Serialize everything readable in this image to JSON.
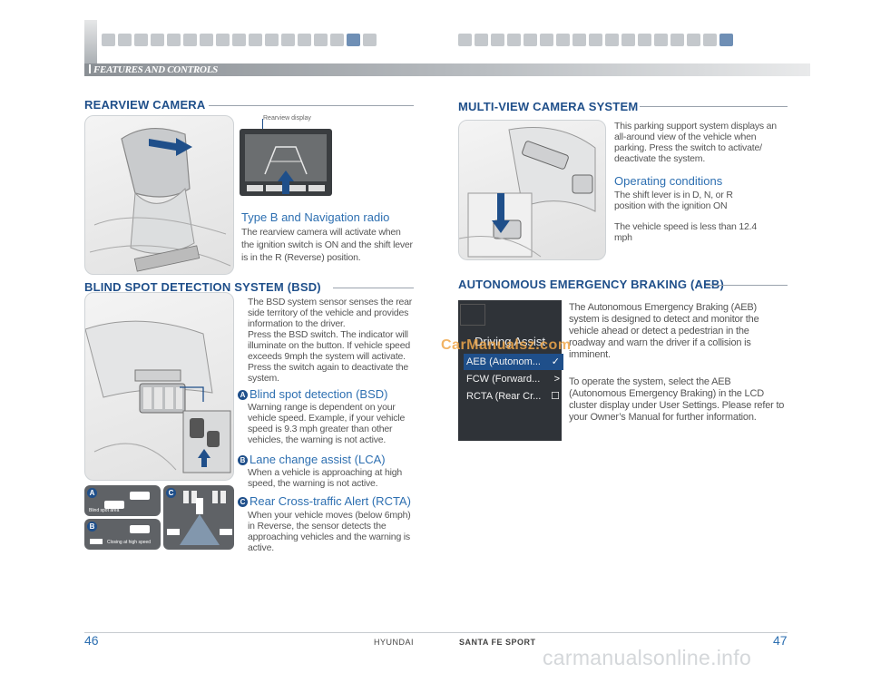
{
  "header": {
    "section_title": "FEATURES AND CONTROLS",
    "left_icons": [
      "seat-icon",
      "seatbelt-icon",
      "child-seat-icon",
      "key-icon",
      "car-icon",
      "wiper-icon",
      "light-icon",
      "mirror-icon",
      "phone-icon",
      "audio-icon",
      "climate-icon",
      "nav-icon",
      "camera-icon",
      "monitor-icon",
      "speaker-icon",
      "display-icon",
      "car-side-icon"
    ],
    "right_icons": [
      "seat-icon",
      "seatbelt-icon",
      "child-seat-icon",
      "key-icon",
      "car-icon",
      "wiper-icon",
      "light-icon",
      "mirror-icon",
      "phone-icon",
      "audio-icon",
      "climate-icon",
      "nav-icon",
      "camera-icon",
      "monitor-icon",
      "speaker-icon",
      "display-icon",
      "car-side-icon"
    ]
  },
  "rearview": {
    "title": "REARVIEW CAMERA",
    "callout": "Rearview display",
    "subhead": "Type B and Navigation radio",
    "body": "The rearview camera will activate when the ignition switch is ON and the shift lever is in the R (Reverse) position."
  },
  "bsd": {
    "title": "BLIND SPOT DETECTION SYSTEM (BSD)",
    "intro": "The BSD system sensor senses the rear side territory of the vehicle and provides information to the driver.",
    "press": "Press the BSD switch. The indicator will illuminate on the button. If vehicle speed exceeds 9mph the system will activate. Press the switch again to deactivate the system.",
    "items": [
      {
        "badge": "A",
        "heading": "Blind spot detection (BSD)",
        "text": "Warning range is dependent on your vehicle speed. Example, if your vehicle speed is 9.3 mph greater than other vehicles, the warning is not active."
      },
      {
        "badge": "B",
        "heading": "Lane change assist (LCA)",
        "text": "When a vehicle is approaching at high speed, the warning is not active."
      },
      {
        "badge": "C",
        "heading": "Rear Cross-traffic Alert (RCTA)",
        "text": "When your vehicle moves (below 6mph) in Reverse, the sensor detects the approaching vehicles and the warning is active."
      }
    ],
    "diagram_labels": {
      "a": "A",
      "b": "B",
      "c": "C",
      "a_caption": "Blind spot area",
      "b_caption": "Closing at high speed"
    }
  },
  "multiview": {
    "title": "MULTI-VIEW CAMERA SYSTEM",
    "body": "This parking support system displays an all-around view of the vehicle when parking. Press the switch to activate/ deactivate the system.",
    "subhead": "Operating conditions",
    "cond1": "The shift lever is in D, N, or R position with the ignition ON",
    "cond2": "The vehicle speed is less than 12.4 mph"
  },
  "aeb": {
    "title": "AUTONOMOUS EMERGENCY BRAKING (AEB)",
    "body1": "The Autonomous Emergency Braking (AEB) system is designed to detect and monitor the vehicle ahead or detect a pedestrian in the roadway and warn the driver if a collision is imminent.",
    "body2": "To operate the system, select the AEB (Autonomous Emergency Braking) in the LCD cluster display under User Settings. Please refer to your Owner’s Manual for further information.",
    "lcd": {
      "title": "Driving Assist",
      "items": [
        {
          "label": "AEB (Autonom...",
          "mark": "✓"
        },
        {
          "label": "FCW (Forward...",
          "mark": ">"
        },
        {
          "label": "RCTA (Rear Cr...",
          "mark": "☐"
        }
      ]
    }
  },
  "footer": {
    "page_left": "46",
    "page_right": "47",
    "brand_left": "HYUNDAI",
    "brand_right": "SANTA FE SPORT"
  },
  "watermarks": {
    "overlay": "CarManualsz.com",
    "site": "carmanualsonline.info"
  },
  "colors": {
    "accent": "#1f4f8a",
    "subhead": "#2d6fb1",
    "header_band": "#9aa0a5"
  }
}
